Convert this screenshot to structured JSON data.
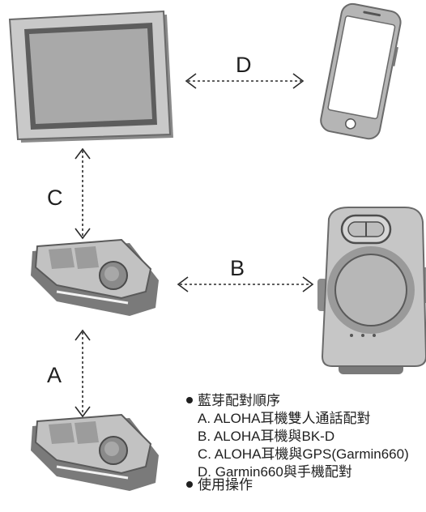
{
  "labels": {
    "a": "A",
    "b": "B",
    "c": "C",
    "d": "D"
  },
  "pairing_list": {
    "title": "藍芽配對順序",
    "items": [
      "A. ALOHA耳機雙人通話配對",
      "B. ALOHA耳機與BK-D",
      "C. ALOHA耳機與GPS(Garmin660)",
      "D. Garmin660與手機配對"
    ],
    "next_heading": "使用操作"
  }
}
